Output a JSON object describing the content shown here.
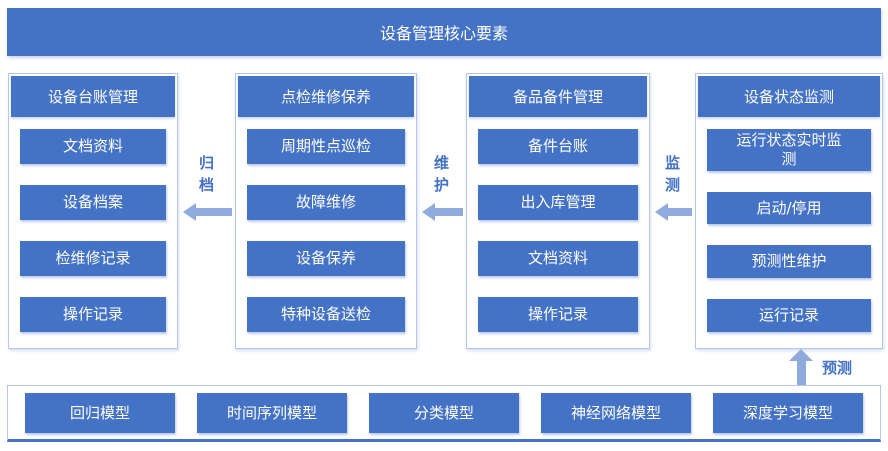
{
  "title": "设备管理核心要素",
  "columns": [
    {
      "header": "设备台账管理",
      "items": [
        "文档资料",
        "设备档案",
        "检维修记录",
        "操作记录"
      ]
    },
    {
      "header": "点检维修保养",
      "items": [
        "周期性点巡检",
        "故障维修",
        "设备保养",
        "特种设备送检"
      ]
    },
    {
      "header": "备品备件管理",
      "items": [
        "备件台账",
        "出入库管理",
        "文档资料",
        "操作记录"
      ]
    },
    {
      "header": "设备状态监测",
      "items": [
        "运行状态实时监测",
        "启动/停用",
        "预测性维护",
        "运行记录"
      ]
    }
  ],
  "connectors": {
    "archive": {
      "label": "归档",
      "direction": "left"
    },
    "maintain": {
      "label": "维护",
      "direction": "left"
    },
    "monitor": {
      "label": "监测",
      "direction": "left"
    },
    "predict": {
      "label": "预测",
      "direction": "up"
    }
  },
  "models": [
    "回归模型",
    "时间序列模型",
    "分类模型",
    "神经网络模型",
    "深度学习模型"
  ],
  "colors": {
    "primary_blue": "#4472C4",
    "arrow_blue": "#8FAADC",
    "border_blue": "#B4C7E7",
    "background": "#FFFFFF"
  }
}
